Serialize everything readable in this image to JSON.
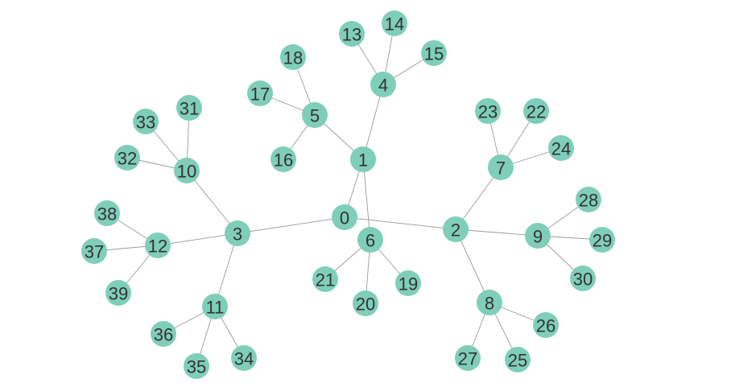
{
  "graph": {
    "node_color": "#7fceb9",
    "edge_color": "#9b9b9b",
    "label_color": "#333333",
    "nodes": [
      {
        "id": "0",
        "label": "0"
      },
      {
        "id": "1",
        "label": "1"
      },
      {
        "id": "2",
        "label": "2"
      },
      {
        "id": "3",
        "label": "3"
      },
      {
        "id": "4",
        "label": "4"
      },
      {
        "id": "5",
        "label": "5"
      },
      {
        "id": "6",
        "label": "6"
      },
      {
        "id": "7",
        "label": "7"
      },
      {
        "id": "8",
        "label": "8"
      },
      {
        "id": "9",
        "label": "9"
      },
      {
        "id": "10",
        "label": "10"
      },
      {
        "id": "11",
        "label": "11"
      },
      {
        "id": "12",
        "label": "12"
      },
      {
        "id": "13",
        "label": "13"
      },
      {
        "id": "14",
        "label": "14"
      },
      {
        "id": "15",
        "label": "15"
      },
      {
        "id": "16",
        "label": "16"
      },
      {
        "id": "17",
        "label": "17"
      },
      {
        "id": "18",
        "label": "18"
      },
      {
        "id": "19",
        "label": "19"
      },
      {
        "id": "20",
        "label": "20"
      },
      {
        "id": "21",
        "label": "21"
      },
      {
        "id": "22",
        "label": "22"
      },
      {
        "id": "23",
        "label": "23"
      },
      {
        "id": "24",
        "label": "24"
      },
      {
        "id": "25",
        "label": "25"
      },
      {
        "id": "26",
        "label": "26"
      },
      {
        "id": "27",
        "label": "27"
      },
      {
        "id": "28",
        "label": "28"
      },
      {
        "id": "29",
        "label": "29"
      },
      {
        "id": "30",
        "label": "30"
      },
      {
        "id": "31",
        "label": "31"
      },
      {
        "id": "32",
        "label": "32"
      },
      {
        "id": "33",
        "label": "33"
      },
      {
        "id": "34",
        "label": "34"
      },
      {
        "id": "35",
        "label": "35"
      },
      {
        "id": "36",
        "label": "36"
      },
      {
        "id": "37",
        "label": "37"
      },
      {
        "id": "38",
        "label": "38"
      },
      {
        "id": "39",
        "label": "39"
      }
    ],
    "edges": [
      [
        "0",
        "1"
      ],
      [
        "0",
        "2"
      ],
      [
        "0",
        "3"
      ],
      [
        "1",
        "4"
      ],
      [
        "1",
        "5"
      ],
      [
        "1",
        "6"
      ],
      [
        "2",
        "7"
      ],
      [
        "2",
        "8"
      ],
      [
        "2",
        "9"
      ],
      [
        "3",
        "10"
      ],
      [
        "3",
        "11"
      ],
      [
        "3",
        "12"
      ],
      [
        "4",
        "13"
      ],
      [
        "4",
        "14"
      ],
      [
        "4",
        "15"
      ],
      [
        "5",
        "16"
      ],
      [
        "5",
        "17"
      ],
      [
        "5",
        "18"
      ],
      [
        "6",
        "19"
      ],
      [
        "6",
        "20"
      ],
      [
        "6",
        "21"
      ],
      [
        "7",
        "22"
      ],
      [
        "7",
        "23"
      ],
      [
        "7",
        "24"
      ],
      [
        "8",
        "25"
      ],
      [
        "8",
        "26"
      ],
      [
        "8",
        "27"
      ],
      [
        "9",
        "28"
      ],
      [
        "9",
        "29"
      ],
      [
        "9",
        "30"
      ],
      [
        "10",
        "31"
      ],
      [
        "10",
        "32"
      ],
      [
        "10",
        "33"
      ],
      [
        "11",
        "34"
      ],
      [
        "11",
        "35"
      ],
      [
        "11",
        "36"
      ],
      [
        "12",
        "37"
      ],
      [
        "12",
        "38"
      ],
      [
        "12",
        "39"
      ]
    ]
  }
}
